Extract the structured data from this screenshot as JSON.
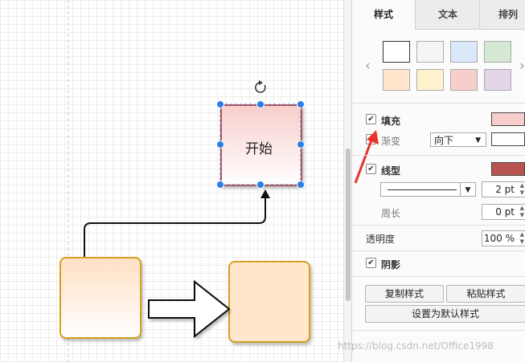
{
  "canvas": {
    "start_shape_label": "开始"
  },
  "panel": {
    "tabs": [
      {
        "label": "样式",
        "active": true
      },
      {
        "label": "文本",
        "active": false
      },
      {
        "label": "排列",
        "active": false
      }
    ],
    "swatches": [
      "#ffffff",
      "#f5f5f5",
      "#dae8fc",
      "#d5e8d4",
      "#ffe6cc",
      "#fff2cc",
      "#f8cecc",
      "#e1d5e7"
    ],
    "fill": {
      "label": "填充",
      "checked": true,
      "color": "#f8cecc"
    },
    "gradient": {
      "label": "渐变",
      "checked": true,
      "direction": "向下",
      "color": "#ffffff"
    },
    "line": {
      "label": "线型",
      "checked": true,
      "color": "#b85450",
      "width": "2 pt"
    },
    "perimeter": {
      "label": "周长",
      "value": "0 pt"
    },
    "opacity": {
      "label": "透明度",
      "value": "100 %"
    },
    "shadow": {
      "label": "阴影",
      "checked": true
    },
    "buttons": {
      "copy_style": "复制样式",
      "paste_style": "粘贴样式",
      "set_default": "设置为默认样式"
    }
  },
  "watermark": "https://blog.csdn.net/Office1998",
  "colors": {
    "handle": "#2b7ee6",
    "annotation_arrow": "#e8322b"
  }
}
